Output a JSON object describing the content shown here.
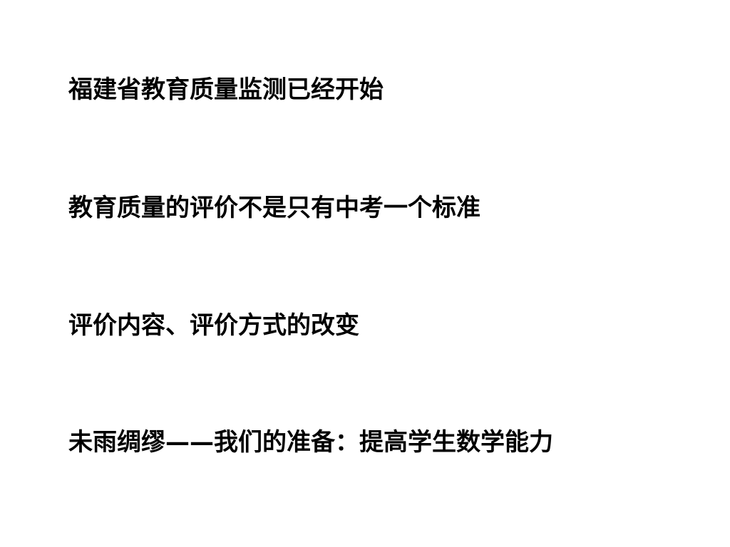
{
  "slide": {
    "lines": [
      "福建省教育质量监测已经开始",
      "教育质量的评价不是只有中考一个标准",
      "评价内容、评价方式的改变",
      "未雨绸缪——我们的准备：提高学生数学能力"
    ]
  },
  "colors": {
    "background": "#ffffff",
    "text": "#000000"
  }
}
